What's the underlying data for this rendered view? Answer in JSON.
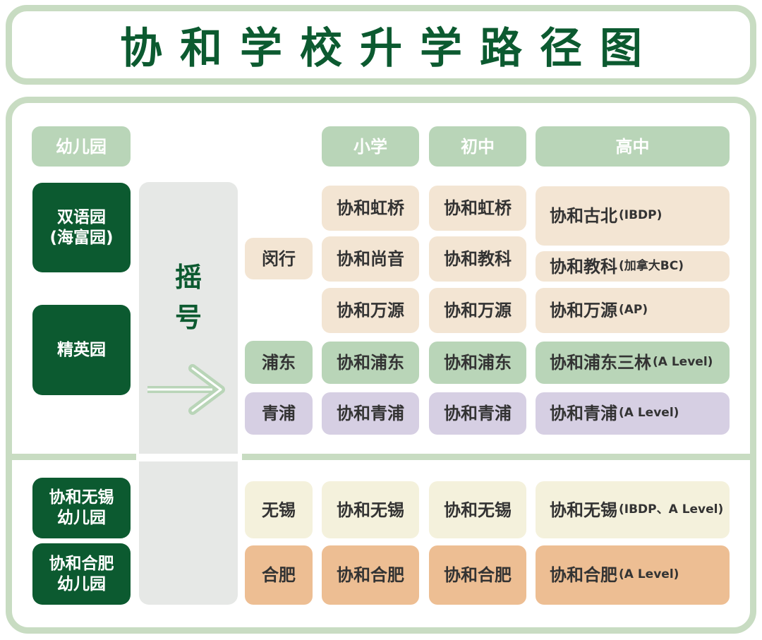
{
  "title": "协和学校升学路径图",
  "headers": {
    "kindergarten": "幼儿园",
    "primary": "小学",
    "middle": "初中",
    "high": "高中"
  },
  "kindergartens": {
    "bilingual_line1": "双语园",
    "bilingual_line2": "(海富园)",
    "elite": "精英园",
    "wuxi_line1": "协和无锡",
    "wuxi_line2": "幼儿园",
    "hefei_line1": "协和合肥",
    "hefei_line2": "幼儿园"
  },
  "lottery": {
    "char1": "摇",
    "char2": "号"
  },
  "regions": {
    "minhang": "闵行",
    "pudong": "浦东",
    "qingpu": "青浦",
    "wuxi": "无锡",
    "hefei": "合肥"
  },
  "primary": {
    "hongqiao": "协和虹桥",
    "shangyin": "协和尚音",
    "wanyuan": "协和万源",
    "pudong": "协和浦东",
    "qingpu": "协和青浦",
    "wuxi": "协和无锡",
    "hefei": "协和合肥"
  },
  "middle": {
    "hongqiao": "协和虹桥",
    "jiaoke": "协和教科",
    "wanyuan": "协和万源",
    "pudong": "协和浦东",
    "qingpu": "协和青浦",
    "wuxi": "协和无锡",
    "hefei": "协和合肥"
  },
  "high": {
    "gubei": "协和古北",
    "gubei_note": "(IBDP)",
    "jiaoke": "协和教科",
    "jiaoke_note": "(加拿大BC)",
    "wanyuan": "协和万源",
    "wanyuan_note": "(AP)",
    "pudong": "协和浦东三林",
    "pudong_note": "(A Level)",
    "qingpu": "协和青浦",
    "qingpu_note": "(A Level)",
    "wuxi": "协和无锡",
    "wuxi_note": "(IBDP、A Level)",
    "hefei": "协和合肥",
    "hefei_note": "(A Level)"
  },
  "colors": {
    "dark_green": "#0c5a30",
    "light_green": "#b9d5b8",
    "frame_green": "#c8dcc2",
    "beige": "#f3e5d3",
    "purple": "#d6cfe3",
    "cream": "#f4f1dc",
    "orange": "#edbe93",
    "gray": "#e6e8e6"
  }
}
